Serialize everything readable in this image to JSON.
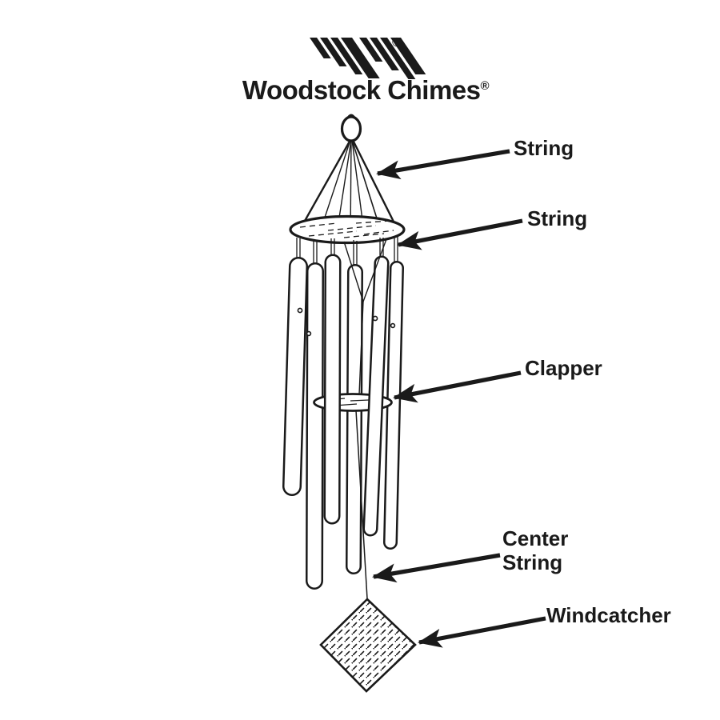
{
  "page": {
    "background": "#ffffff",
    "ink": "#1a1a1a"
  },
  "brand": {
    "name": "Woodstock Chimes",
    "registered_symbol": "®",
    "logo_mark": "striped-w-logo"
  },
  "labels": {
    "string_top": "String",
    "string_disk": "String",
    "clapper": "Clapper",
    "center_string_line1": "Center",
    "center_string_line2": "String",
    "windcatcher": "Windcatcher"
  },
  "parts_depicted": [
    "hanging-ring",
    "hanging-strings",
    "top-disk",
    "chime-tubes",
    "clapper",
    "center-string",
    "windcatcher"
  ]
}
